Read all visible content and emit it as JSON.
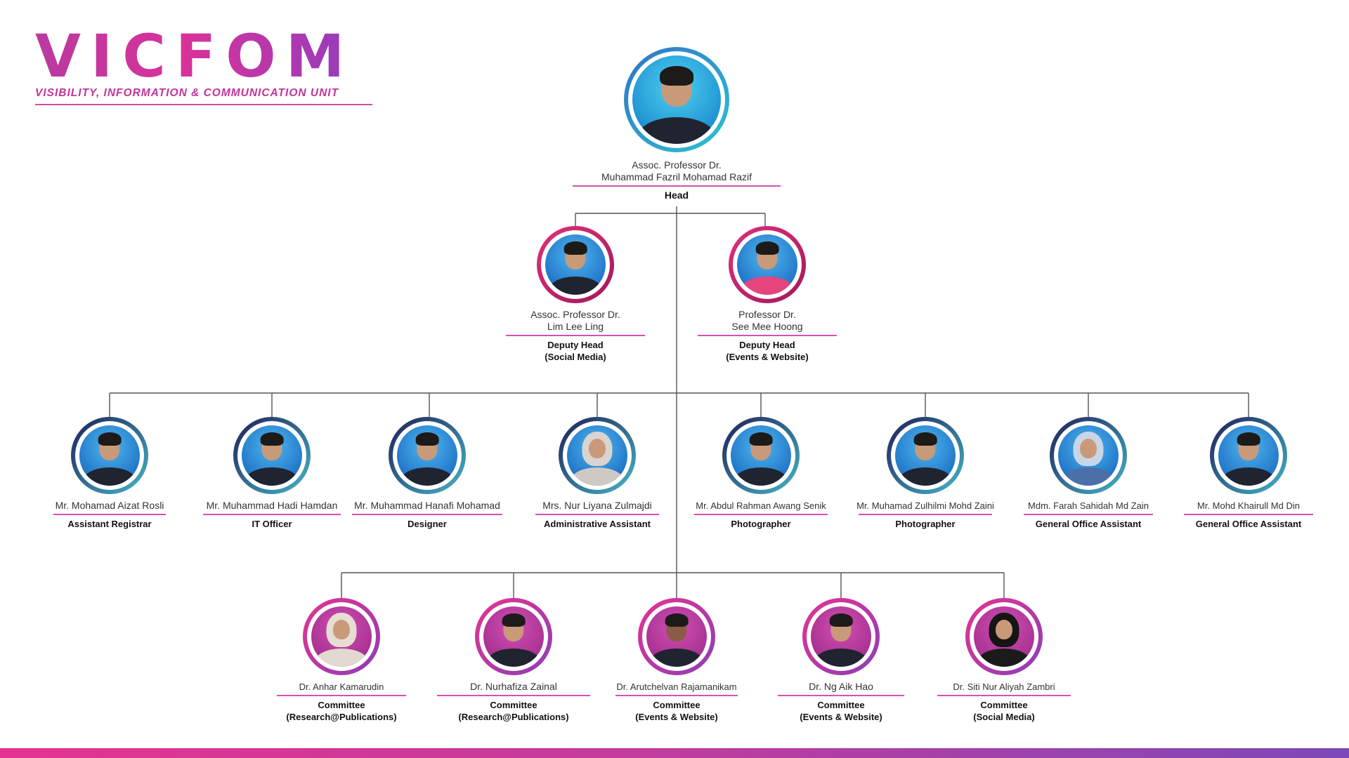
{
  "header": {
    "logo_title": "VICFOM",
    "logo_subtitle": "VISIBILITY, INFORMATION & COMMUNICATION UNIT"
  },
  "colors": {
    "head_ring": "#2aa6d6",
    "deputy_ring": "#c2185b",
    "staff_ring": "#2b2f6e",
    "committee_ring": "#d12f9a",
    "underline": "#d94fb0",
    "bottom_bar": "#c03c9e"
  },
  "head": {
    "name_line1": "Assoc. Professor Dr.",
    "name_line2": "Muhammad Fazril Mohamad Razif",
    "role": "Head",
    "photo_icon": "person-photo-icon"
  },
  "deputies": [
    {
      "name_line1": "Assoc. Professor Dr.",
      "name_line2": "Lim Lee Ling",
      "role_line1": "Deputy Head",
      "role_line2": "(Social Media)"
    },
    {
      "name_line1": "Professor Dr.",
      "name_line2": "See Mee Hoong",
      "role_line1": "Deputy Head",
      "role_line2": "(Events & Website)"
    }
  ],
  "staff": [
    {
      "name": "Mr. Mohamad Aizat Rosli",
      "role": "Assistant Registrar"
    },
    {
      "name": "Mr. Muhammad Hadi Hamdan",
      "role": "IT Officer"
    },
    {
      "name": "Mr. Muhammad Hanafi Mohamad",
      "role": "Designer"
    },
    {
      "name": "Mrs. Nur Liyana Zulmajdi",
      "role": "Administrative Assistant"
    },
    {
      "name": "Mr. Abdul Rahman Awang Senik",
      "role": "Photographer"
    },
    {
      "name": "Mr. Muhamad Zulhilmi Mohd Zaini",
      "role": "Photographer"
    },
    {
      "name": "Mdm. Farah Sahidah Md Zain",
      "role": "General Office Assistant"
    },
    {
      "name": "Mr. Mohd Khairull Md Din",
      "role": "General Office Assistant"
    }
  ],
  "committee": [
    {
      "name": "Dr. Anhar Kamarudin",
      "role_line1": "Committee",
      "role_line2": "(Research@Publications)"
    },
    {
      "name": "Dr. Nurhafiza Zainal",
      "role_line1": "Committee",
      "role_line2": "(Research@Publications)"
    },
    {
      "name": "Dr. Arutchelvan Rajamanikam",
      "role_line1": "Committee",
      "role_line2": "(Events & Website)"
    },
    {
      "name": "Dr. Ng Aik Hao",
      "role_line1": "Committee",
      "role_line2": "(Events & Website)"
    },
    {
      "name": "Dr. Siti Nur Aliyah Zambri",
      "role_line1": "Committee",
      "role_line2": "(Social Media)"
    }
  ]
}
